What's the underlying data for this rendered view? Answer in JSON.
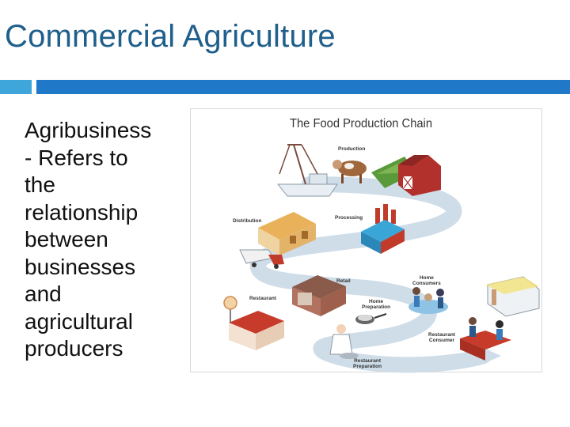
{
  "slide": {
    "title": "Commercial Agriculture",
    "body": "Agribusiness\n- Refers to\nthe\nrelationship\nbetween\nbusinesses\n    and\nagricultural\nproducers"
  },
  "figure": {
    "title": "The Food Production Chain",
    "labels": {
      "production": "Production",
      "processing": "Processing",
      "distribution": "Distribution",
      "retail": "Retail",
      "home_consumers_1": "Home",
      "home_consumers_2": "Consumers",
      "home_preparation_1": "Home",
      "home_preparation_2": "Preparation",
      "restaurant": "Restaurant",
      "restaurant_consumer_1": "Restaurant",
      "restaurant_consumer_2": "Consumer",
      "restaurant_preparation_1": "Restaurant",
      "restaurant_preparation_2": "Preparation"
    }
  },
  "colors": {
    "title": "#1f5f8b",
    "accent_light": "#3ea6db",
    "accent_dark": "#1f78c8",
    "path": "#c9d9e6"
  }
}
